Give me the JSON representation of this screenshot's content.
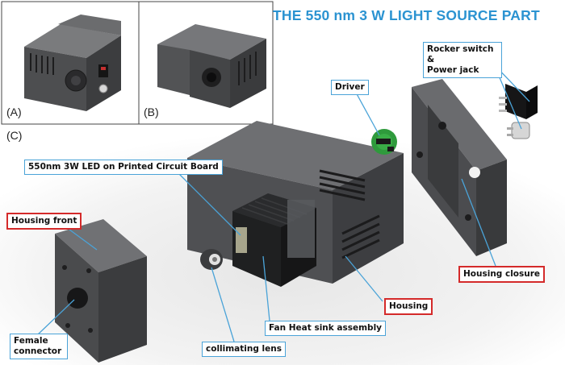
{
  "title": "THE 550 nm 3 W LIGHT SOURCE PART",
  "panels": {
    "a": "(A)",
    "b": "(B)",
    "c": "(C)"
  },
  "labels": {
    "rocker_switch": "Rocker switch &\nPower jack",
    "driver": "Driver",
    "led_pcb": "550nm 3W LED on  Printed Circuit Board",
    "housing_front": "Housing front",
    "housing_closure": "Housing closure",
    "housing": "Housing",
    "fan_heat_sink": "Fan Heat sink assembly",
    "female_connector": "Female\nconnector",
    "collimating_lens": "collimating lens"
  },
  "colors": {
    "title": "#2b93d1",
    "callout_blue": "#4aa3d8",
    "callout_red": "#d42a2a",
    "part_gray": "#4a4b4d",
    "driver_green": "#2f9a3c"
  }
}
